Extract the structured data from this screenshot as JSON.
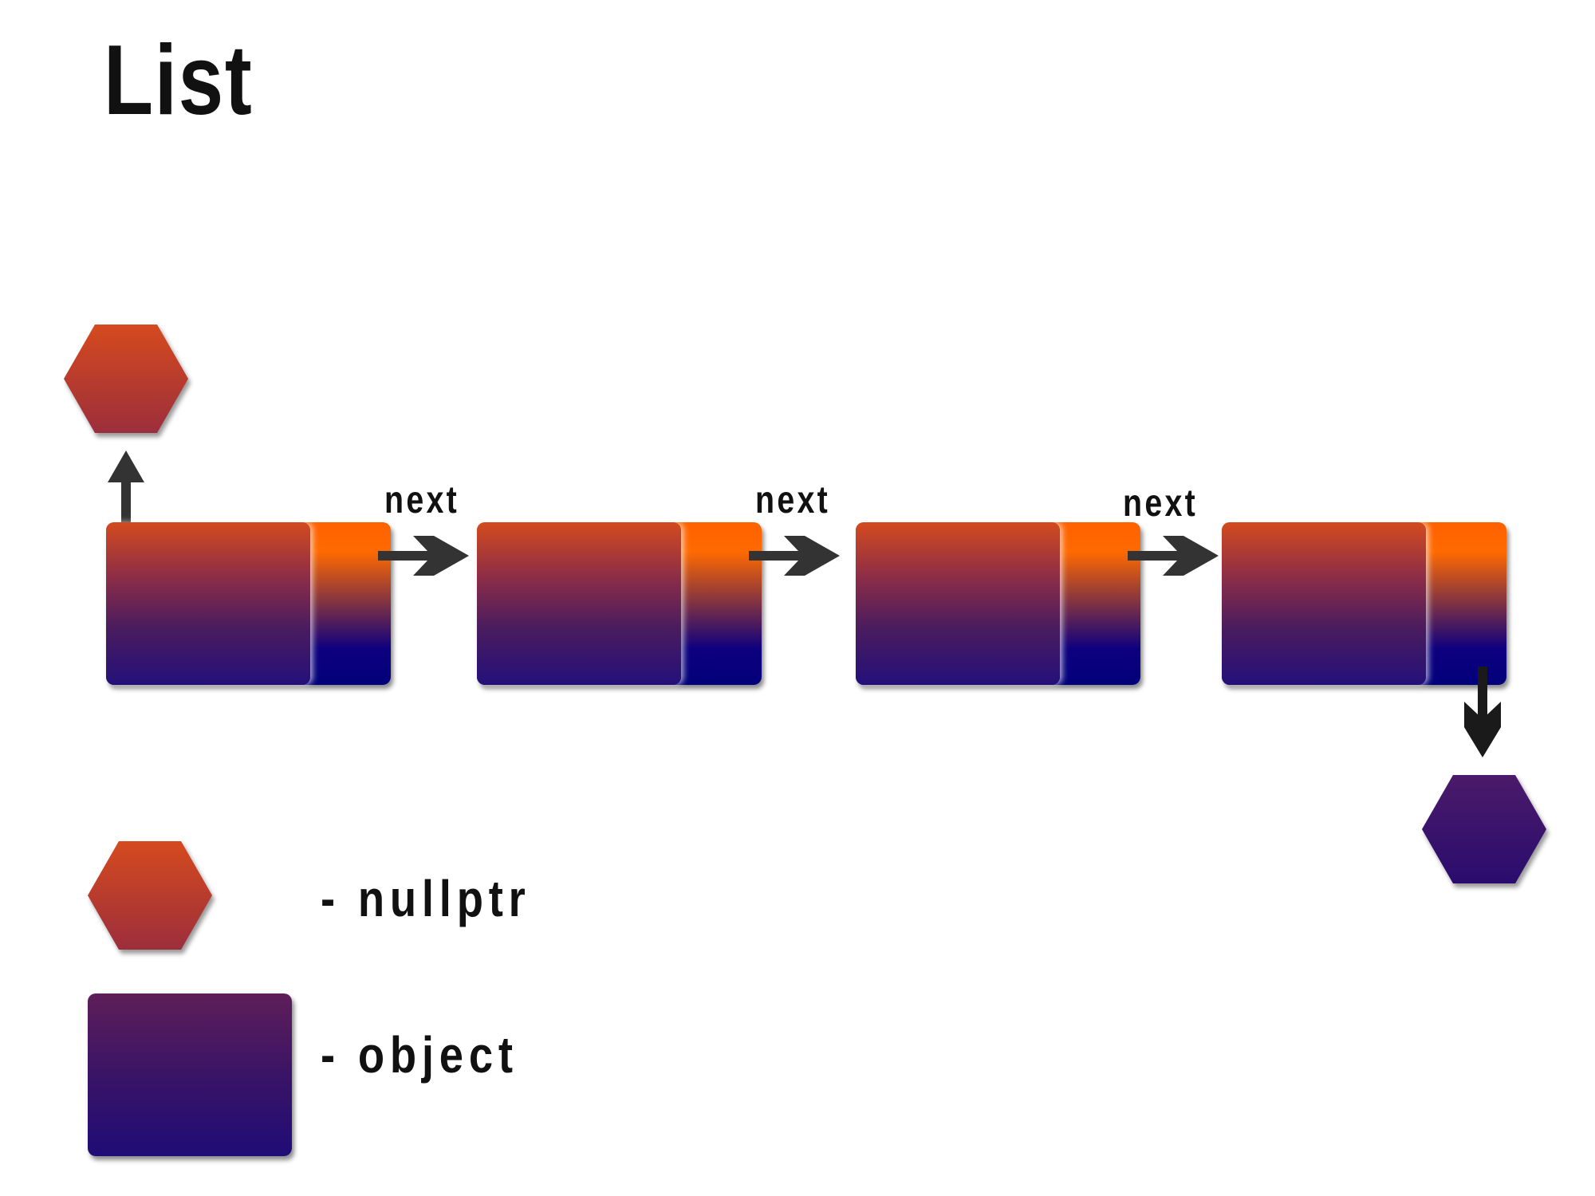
{
  "title": "List",
  "nodes": [
    {
      "next_label": "next"
    },
    {
      "next_label": "next"
    },
    {
      "next_label": "next"
    },
    {
      "next_label": ""
    }
  ],
  "legend": {
    "nullptr_label": "- nullptr",
    "object_label": "- object"
  },
  "colors": {
    "node_top": "#ff6100",
    "node_bottom": "#02007a",
    "head_null": "#c8401f",
    "tail_null": "#2f0e6c",
    "arrow": "#333333"
  }
}
